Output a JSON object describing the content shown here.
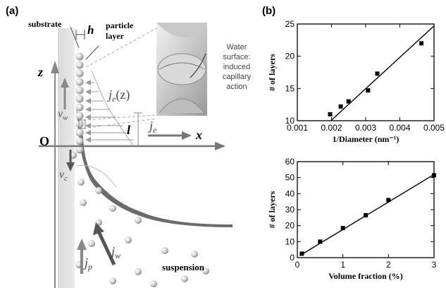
{
  "panel_a": {
    "label": "(a)",
    "substrate": "substrate",
    "h": "h",
    "particle_layer_line1": "particle",
    "particle_layer_line2": "layer",
    "inset_line1": "Water",
    "inset_line2": "surface:",
    "inset_line3": "induced",
    "inset_line4": "capillary",
    "inset_line5": "action",
    "z_axis": "z",
    "x_axis": "x",
    "origin": "O",
    "vw_base": "v",
    "vw_sub": "w",
    "vc_base": "v",
    "vc_sub": "c",
    "je_z_base": "j",
    "je_z_sub": "e",
    "je_z_arg": "(z)",
    "l": "l",
    "je_base": "j",
    "je_sub": "e",
    "jp_base": "j",
    "jp_sub": "p",
    "jw_base": "j",
    "jw_sub": "w",
    "suspension": "suspension"
  },
  "panel_b_label": "(b)",
  "chart_data": [
    {
      "type": "scatter",
      "xlabel": "1/Diameter (nm⁻¹)",
      "ylabel": "# of layers",
      "xlim": [
        0.001,
        0.005
      ],
      "ylim": [
        10,
        25
      ],
      "xticks": [
        "0.001",
        "0.002",
        "0.003",
        "0.004",
        "0.005"
      ],
      "yticks": [
        "10",
        "15",
        "20",
        "25"
      ],
      "x": [
        0.00196,
        0.00227,
        0.0025,
        0.00307,
        0.00334,
        0.00463
      ],
      "y": [
        11.0,
        12.2,
        13.0,
        14.7,
        17.3,
        22.0
      ],
      "fit_line": {
        "x": [
          0.00198,
          0.005
        ],
        "y": [
          10.0,
          24.7
        ]
      }
    },
    {
      "type": "scatter",
      "xlabel": "Volume fraction (%)",
      "ylabel": "# of layers",
      "xlim": [
        0,
        3
      ],
      "ylim": [
        0,
        60
      ],
      "xticks": [
        "0",
        "1",
        "2",
        "3"
      ],
      "yticks": [
        "0",
        "10",
        "20",
        "30",
        "40",
        "50",
        "60"
      ],
      "x": [
        0.1,
        0.5,
        1.0,
        1.5,
        2.0,
        3.0
      ],
      "y": [
        2.5,
        10.0,
        18.5,
        26.5,
        36.0,
        51.5
      ],
      "fit_line": {
        "x": [
          0.05,
          3.0
        ],
        "y": [
          1.2,
          52.0
        ]
      }
    }
  ]
}
